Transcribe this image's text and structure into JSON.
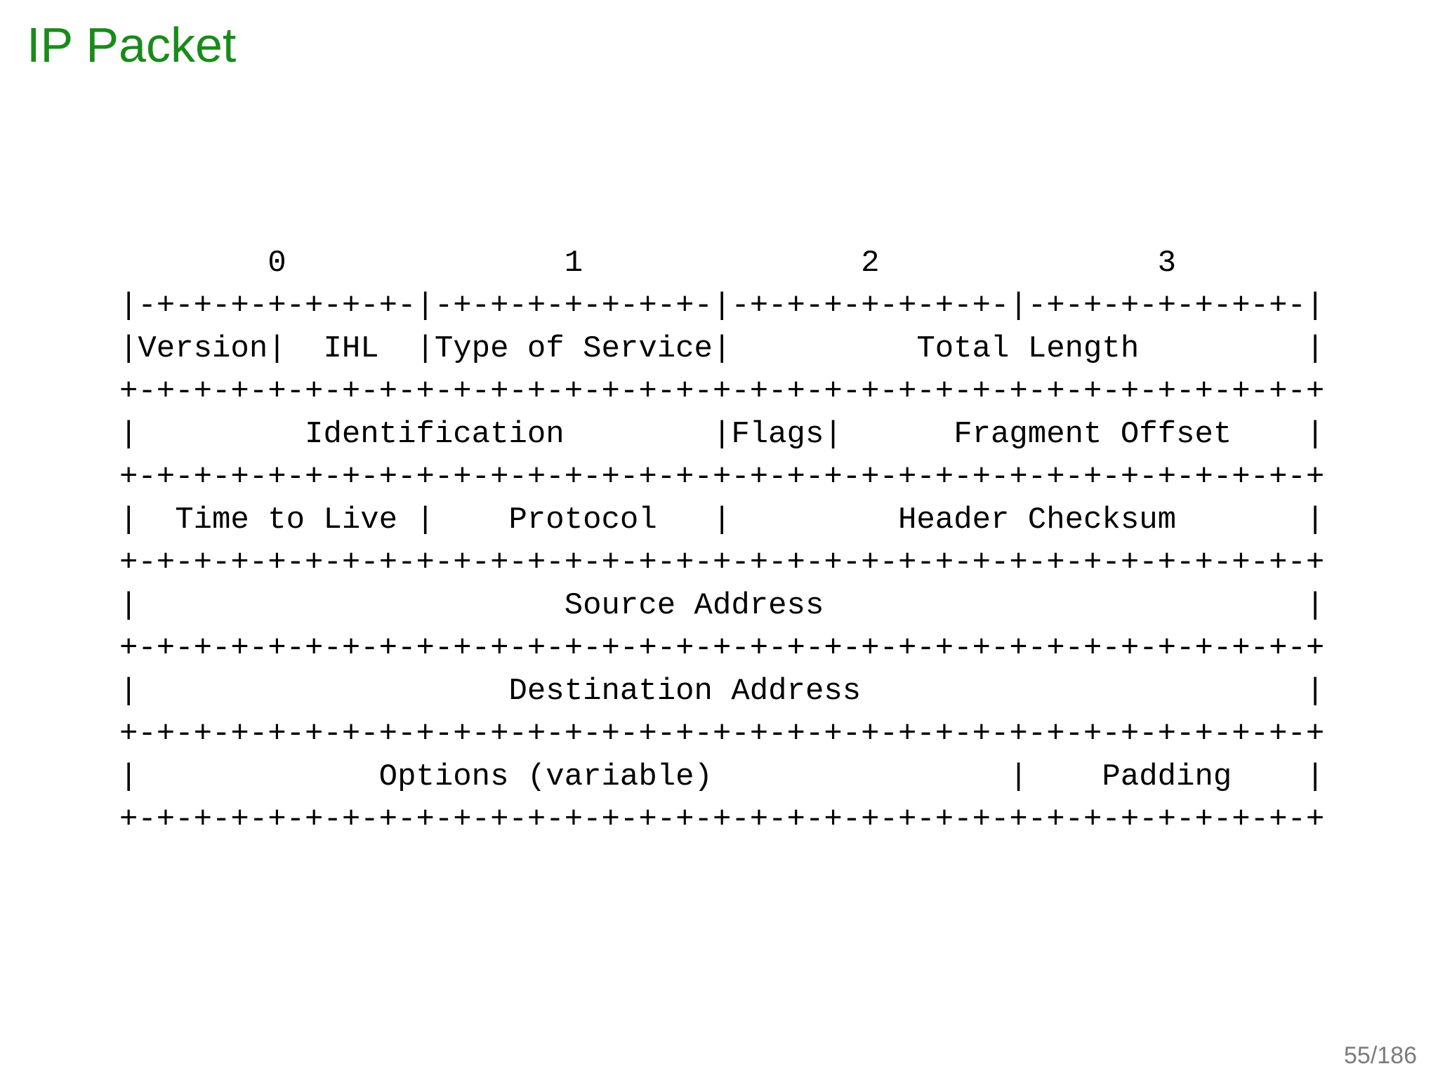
{
  "slide": {
    "title": "IP Packet",
    "page_number": "55/186"
  },
  "colors": {
    "title_green": "#1a8a1a",
    "diagram_text": "#000000",
    "page_number_gray": "#7c7c7c",
    "background": "#ffffff"
  },
  "diagram": {
    "description": "ascii-art IP packet header layout",
    "bit_scale_labels": [
      "0",
      "1",
      "2",
      "3"
    ],
    "field_labels": [
      "Version",
      "IHL",
      "Type of Service",
      "Total Length",
      "Identification",
      "Flags",
      "Fragment Offset",
      "Time to Live",
      "Protocol",
      "Header Checksum",
      "Source Address",
      "Destination Address",
      "Options (variable)",
      "Padding"
    ],
    "lines": [
      "        0               1               2               3",
      "|-+-+-+-+-+-+-+-|-+-+-+-+-+-+-+-|-+-+-+-+-+-+-+-|-+-+-+-+-+-+-+-|",
      "|Version|  IHL  |Type of Service|          Total Length         |",
      "+-+-+-+-+-+-+-+-+-+-+-+-+-+-+-+-+-+-+-+-+-+-+-+-+-+-+-+-+-+-+-+-+",
      "|         Identification        |Flags|      Fragment Offset    |",
      "+-+-+-+-+-+-+-+-+-+-+-+-+-+-+-+-+-+-+-+-+-+-+-+-+-+-+-+-+-+-+-+-+",
      "|  Time to Live |    Protocol   |         Header Checksum       |",
      "+-+-+-+-+-+-+-+-+-+-+-+-+-+-+-+-+-+-+-+-+-+-+-+-+-+-+-+-+-+-+-+-+",
      "|                       Source Address                          |",
      "+-+-+-+-+-+-+-+-+-+-+-+-+-+-+-+-+-+-+-+-+-+-+-+-+-+-+-+-+-+-+-+-+",
      "|                    Destination Address                        |",
      "+-+-+-+-+-+-+-+-+-+-+-+-+-+-+-+-+-+-+-+-+-+-+-+-+-+-+-+-+-+-+-+-+",
      "|             Options (variable)                |    Padding    |",
      "+-+-+-+-+-+-+-+-+-+-+-+-+-+-+-+-+-+-+-+-+-+-+-+-+-+-+-+-+-+-+-+-+"
    ]
  }
}
